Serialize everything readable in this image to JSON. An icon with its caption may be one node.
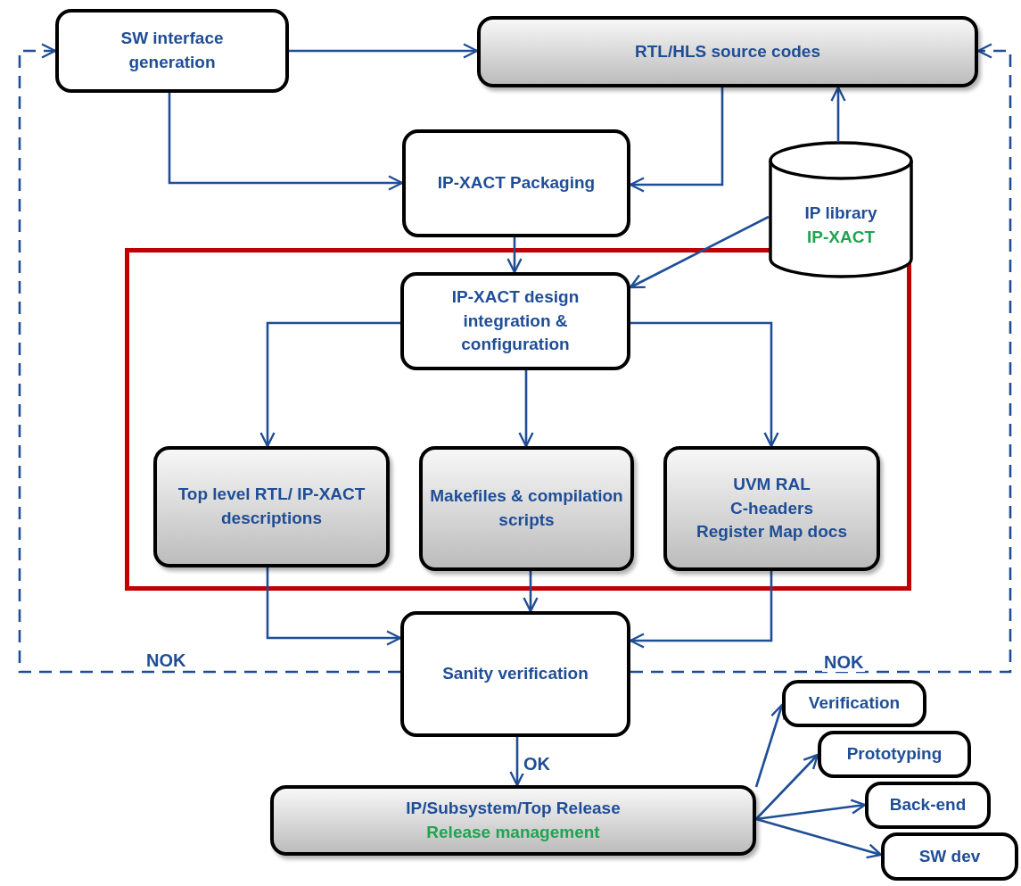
{
  "diagram": {
    "nodes": [
      {
        "text": [
          "SW interface generation"
        ]
      },
      {
        "text": [
          "RTL/HLS source codes"
        ]
      },
      {
        "text": [
          "IP-XACT Packaging"
        ]
      },
      {
        "text": [
          "IP library",
          "IP-XACT"
        ]
      },
      {
        "text": [],
        "shape": "box"
      },
      {
        "text": [
          "IP-XACT design integration & configuration"
        ],
        "in": 4
      },
      {
        "text": [
          "Top level RTL/ IP-XACT descriptions"
        ],
        "in": 4
      },
      {
        "text": [
          "Makefiles & compilation scripts"
        ],
        "in": 4
      },
      {
        "text": [
          "UVM RAL",
          "C-headers",
          "Register Map docs"
        ],
        "in": 4
      },
      {
        "text": [
          "Sanity verification"
        ]
      },
      {
        "text": [
          "IP/Subsystem/Top Release",
          "Release management"
        ]
      },
      {
        "text": [
          "Verification"
        ]
      },
      {
        "text": [
          "Prototyping"
        ]
      },
      {
        "text": [
          "Back-end"
        ]
      },
      {
        "text": [
          "SW dev"
        ]
      }
    ],
    "edges": [
      {
        "from": 0,
        "to": 1,
        "arrow": "to"
      },
      {
        "from": 0,
        "to": 2,
        "arrow": "to"
      },
      {
        "from": 1,
        "to": 2,
        "arrow": "to"
      },
      {
        "from": 3,
        "to": 1,
        "arrow": "to"
      },
      {
        "from": 2,
        "to": 5,
        "arrow": "to"
      },
      {
        "from": 3,
        "to": 5,
        "arrow": "to"
      },
      {
        "from": 5,
        "to": 6,
        "arrow": "to"
      },
      {
        "from": 5,
        "to": 7,
        "arrow": "to"
      },
      {
        "from": 5,
        "to": 8,
        "arrow": "to"
      },
      {
        "from": 6,
        "to": 9,
        "arrow": "to"
      },
      {
        "from": 7,
        "to": 9,
        "arrow": "to"
      },
      {
        "from": 8,
        "to": 9,
        "arrow": "to"
      },
      {
        "from": 9,
        "to": 0,
        "arrow": "to",
        "label": "NOK",
        "style": "dashed"
      },
      {
        "from": 9,
        "to": 1,
        "arrow": "to",
        "label": "NOK",
        "style": "dashed"
      },
      {
        "from": 9,
        "to": 10,
        "arrow": "to",
        "label": "OK"
      },
      {
        "from": 10,
        "to": 11,
        "arrow": "to"
      },
      {
        "from": 10,
        "to": 12,
        "arrow": "to"
      },
      {
        "from": 10,
        "to": 13,
        "arrow": "to"
      },
      {
        "from": 10,
        "to": 14,
        "arrow": "to"
      }
    ]
  }
}
